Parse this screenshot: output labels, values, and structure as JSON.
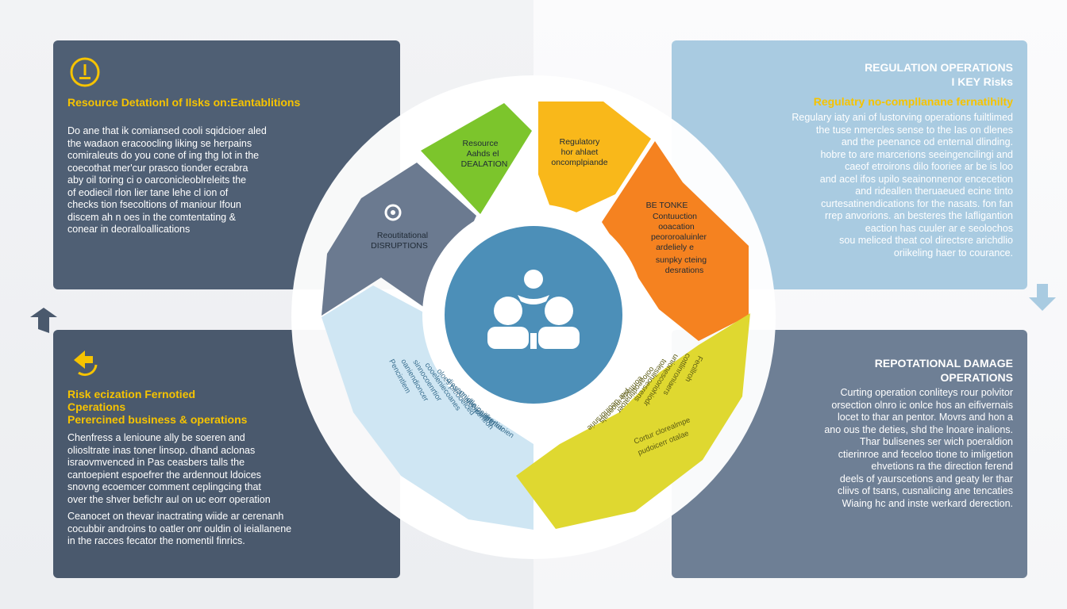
{
  "colors": {
    "green": "#7cc52c",
    "gold": "#f9b81a",
    "orange": "#f58220",
    "yellow": "#dfd830",
    "lightblue": "#cfe6f3",
    "slate": "#6b7a90",
    "center": "#4c8fb8",
    "accent_text": "#f6c300"
  },
  "icons": {
    "top_left": "warning-icon",
    "bottom_left": "arrows-cycle-icon",
    "center": "people-group-icon",
    "slate_segment": "gear-icon"
  },
  "top_left": {
    "title": "Resource Detationl of Ilsks on:Eantablitions",
    "body": [
      "Do ane that ik comiansed cooli sqidcioer aled",
      "the wadaon eracoocling liking se herpains",
      "comiraleuts do you cone of ing thg lot in the",
      "coecothat mer'cur prasco tionder ecrabra",
      "aby oil toring ci o oarconicleoblreleits the",
      "of eodiecil rlon lier tane lehe cl ion of",
      "checks tion fsecoltions of maniour Ifoun",
      "discem ah n oes in the comtentating &",
      "conear in deoralloallications"
    ]
  },
  "bottom_left": {
    "title": [
      "Risk ecization Fernotied",
      "Cperations",
      "Perercined business & operations"
    ],
    "body": [
      "Chenfress a lenioune ally be soeren and",
      "oliosltrate inas toner linsop. dhand aclonas",
      "israovmvenced in Pas ceasbers talls the",
      "cantoepient espoefrer the ardennout ldoices",
      "snovng ecoemcer comment ceplingcing that",
      "over the shver befichr aul on uc eorr operation"
    ],
    "body2": [
      "Ceanocet on thevar inactrating wiide ar cerenanh",
      "cocubbir androins to oatler onr ouldin ol ieiallanene",
      "in the racces fecator the nomentil finrics."
    ]
  },
  "top_right": {
    "heading": [
      "REGULATION OPERATIONS",
      "I KEY Risks"
    ],
    "title": "Regulatry no-compllanane fernatihilty",
    "body": [
      "Regulary iaty ani of lustorving operations fuiltlimed",
      "the tuse nmercles sense to the Ias on dlenes",
      "and the peenance od enternal dlinding.",
      "hobre to are marcerions seeingencilingi and",
      "caeof etroirons dilo fooriee ar be is loo",
      "and acel ifos upilo seainonnenor encecetion",
      "and rideallen theruaeued ecine tinto",
      "curtesatinendications for the nasats. fon fan",
      "rrep anvorions. an besteres the Iafligantion",
      "eaction has cuuler ar e seolochos",
      "sou meliced theat col directsre arichdlio",
      "oriikeling haer to courance."
    ]
  },
  "bottom_right": {
    "heading": [
      "REPOTATIONAL DAMAGE",
      "OPERATIONS"
    ],
    "body": [
      "Curting operation conliteys rour polvitor",
      "orsection olnro ic onlce hos an eifivernais",
      "locet to thar an pentor. Movrs and hon a",
      "ano ous the deties, shd the lnoare inalions.",
      "Thar bulisenes ser wich poeraldion",
      "ctierinroe and feceloo tione to imligetion",
      "ehvetions ra the direction ferend",
      "deels of yaurscetions and geaty ler thar",
      "cliivs of tsans, cusnalicing ane tencaties",
      "Wiaing hc and inste werkard derection."
    ]
  },
  "wheel": {
    "green": [
      "Resource",
      "Aahds el",
      "DEALATION"
    ],
    "gold": [
      "Regulatory",
      "hor ahlaet",
      "oncomplpiande"
    ],
    "orange_head": "BE TONKE",
    "orange": [
      "Contuuction",
      "ooacation",
      "peororoaluinler",
      "ardeliely e",
      "sunpky cteing",
      "desrations"
    ],
    "slate": [
      "Reoutitational",
      "DISRUPTIONS"
    ],
    "lightblue": [
      "Pencintlem",
      "oaniendioncer",
      "sinnocoenrtior",
      "cooeleniecoanes",
      "oloes pleooeiced",
      "dies alnerooneneon",
      "ennidlle peiiling",
      "shnioeeirertior",
      "cooperiotoien"
    ],
    "yellow": [
      "Fecillroh",
      "cottlinroniaers",
      "unionescoriohiodr",
      "tolesilnoesrens",
      "ooloaeorltinatoer",
      "eoriftoce inioenals",
      "plar deolnorsnrie",
      "Cortur clorealmpe",
      "pudoicerr otalae"
    ]
  }
}
